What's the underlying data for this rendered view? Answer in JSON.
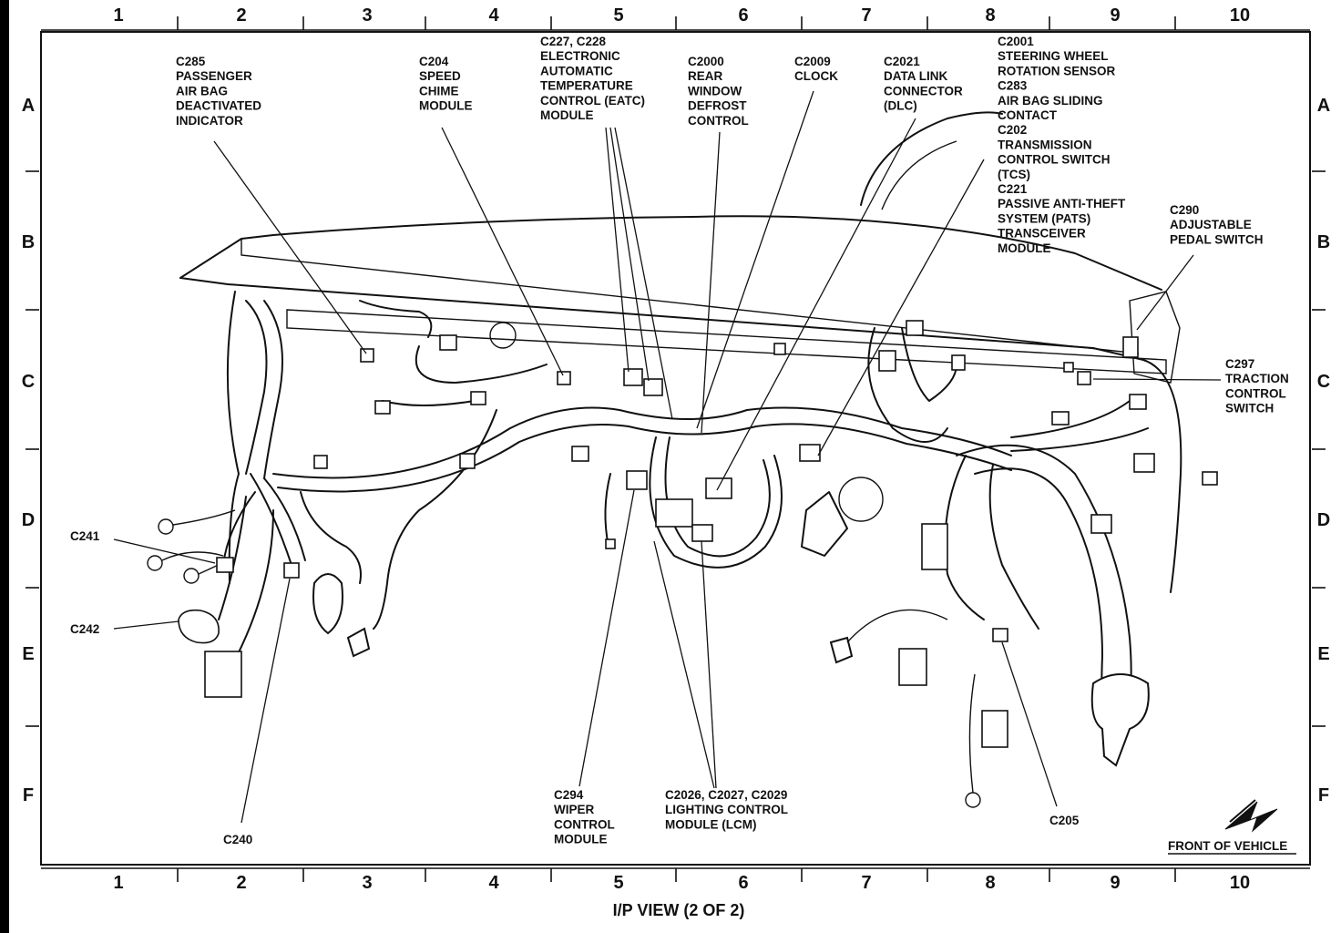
{
  "title": "I/P VIEW (2 OF 2)",
  "grid": {
    "columns": [
      "1",
      "2",
      "3",
      "4",
      "5",
      "6",
      "7",
      "8",
      "9",
      "10"
    ],
    "rows": [
      "A",
      "B",
      "C",
      "D",
      "E",
      "F"
    ]
  },
  "labels": {
    "c285": [
      "C285",
      "PASSENGER",
      "AIR BAG",
      "DEACTIVATED",
      "INDICATOR"
    ],
    "c204": [
      "C204",
      "SPEED",
      "CHIME",
      "MODULE"
    ],
    "c227": [
      "C227, C228",
      "ELECTRONIC",
      "AUTOMATIC",
      "TEMPERATURE",
      "CONTROL (EATC)",
      "MODULE"
    ],
    "c2000": [
      "C2000",
      "REAR",
      "WINDOW",
      "DEFROST",
      "CONTROL"
    ],
    "c2009": [
      "C2009",
      "CLOCK"
    ],
    "c2021": [
      "C2021",
      "DATA LINK",
      "CONNECTOR",
      "(DLC)"
    ],
    "c2001": [
      "C2001",
      "STEERING WHEEL",
      "ROTATION SENSOR",
      "C283",
      "AIR BAG SLIDING",
      "CONTACT",
      "C202",
      "TRANSMISSION",
      "CONTROL SWITCH",
      "(TCS)",
      "C221",
      "PASSIVE ANTI-THEFT",
      "SYSTEM (PATS)",
      "TRANSCEIVER",
      "MODULE"
    ],
    "c290": [
      "C290",
      "ADJUSTABLE",
      "PEDAL SWITCH"
    ],
    "c297": [
      "C297",
      "TRACTION",
      "CONTROL",
      "SWITCH"
    ],
    "c241": [
      "C241"
    ],
    "c242": [
      "C242"
    ],
    "c240": [
      "C240"
    ],
    "c294": [
      "C294",
      "WIPER",
      "CONTROL",
      "MODULE"
    ],
    "c2026": [
      "C2026, C2027, C2029",
      "LIGHTING CONTROL",
      "MODULE (LCM)"
    ],
    "c205": [
      "C205"
    ]
  },
  "front_of_vehicle": "FRONT OF VEHICLE"
}
